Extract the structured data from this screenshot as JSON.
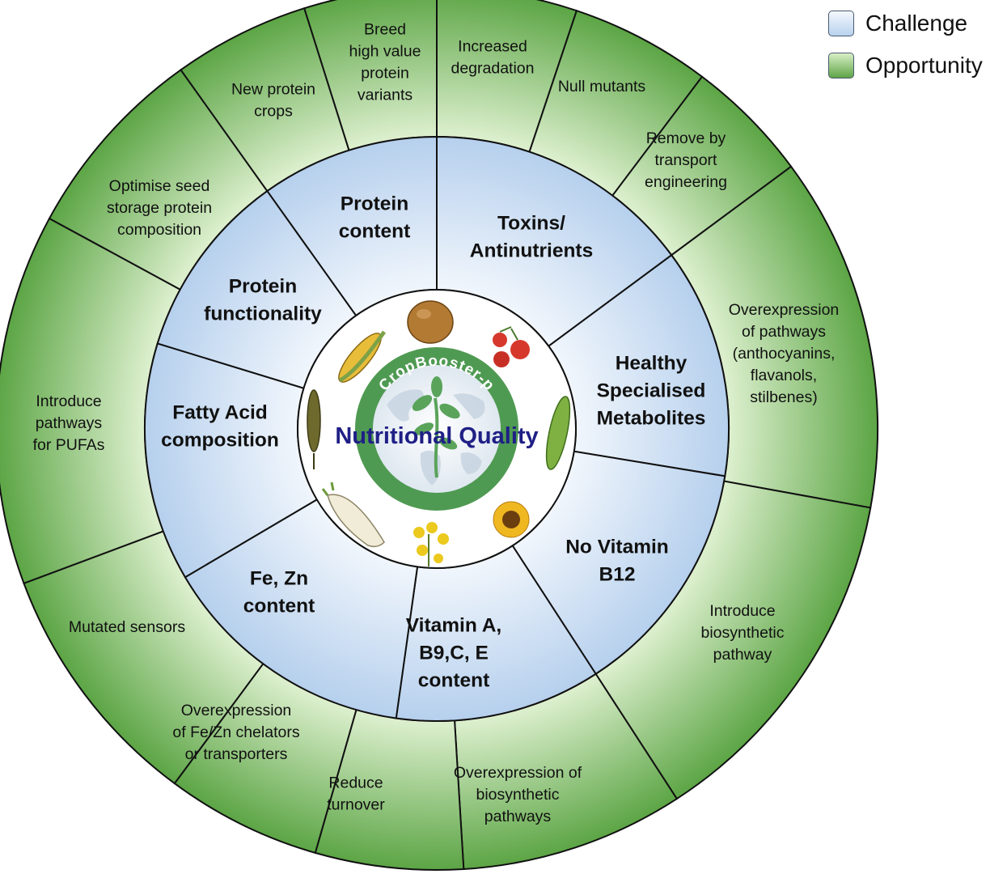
{
  "legend": {
    "challenge": "Challenge",
    "opportunity": "Opportunity"
  },
  "center": {
    "title": "Nutritional Quality",
    "logo_text": "CropBooster-p"
  },
  "challenges": [
    {
      "label": "Protein content"
    },
    {
      "label": "Toxins/ Antinutrients"
    },
    {
      "label": "Healthy Specialised Metabolites"
    },
    {
      "label": "No Vitamin B12"
    },
    {
      "label": "Vitamin A, B9,C, E content"
    },
    {
      "label": "Fe, Zn content"
    },
    {
      "label": "Fatty Acid composition"
    },
    {
      "label": "Protein functionality"
    }
  ],
  "opportunities": [
    {
      "label": "Breed high value protein variants"
    },
    {
      "label": "Increased degradation"
    },
    {
      "label": "Null mutants"
    },
    {
      "label": "Remove by transport engineering"
    },
    {
      "label": "Overexpression of pathways (anthocyanins, flavanols, stilbenes)"
    },
    {
      "label": "Introduce biosynthetic pathway"
    },
    {
      "label": "Overexpression of biosynthetic pathways"
    },
    {
      "label": "Reduce turnover"
    },
    {
      "label": "Overexpression of Fe/Zn chelators or transporters"
    },
    {
      "label": "Mutated sensors"
    },
    {
      "label": "Introduce pathways for PUFAs"
    },
    {
      "label": "Optimise seed storage protein composition"
    },
    {
      "label": "New protein crops"
    }
  ],
  "colors": {
    "challenge_light": "#eef4fc",
    "challenge_dark": "#b9d2ee",
    "opportunity_light": "#d7eec4",
    "opportunity_dark": "#64a84c",
    "ring_green": "#4f9a52",
    "title_navy": "#1f1f86"
  }
}
